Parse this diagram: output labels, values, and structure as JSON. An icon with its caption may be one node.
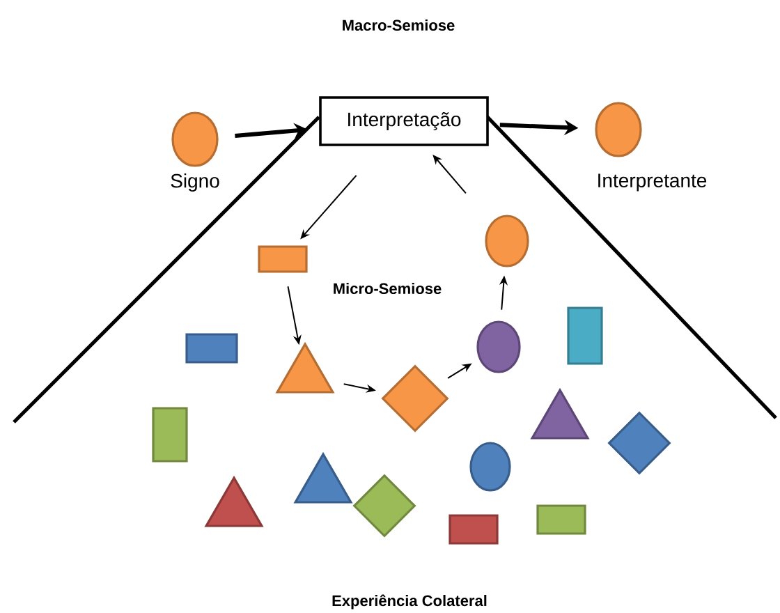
{
  "diagram": {
    "nodes": [
      {
        "text": [],
        "shape": "circle",
        "beside": [
          "Signo"
        ]
      },
      {
        "text": [
          "Interpretação"
        ]
      },
      {
        "text": [],
        "shape": "circle",
        "beside": [
          "Interpretante"
        ]
      },
      {
        "text": [],
        "shape": "box"
      },
      {
        "text": [],
        "shape": "triangle"
      },
      {
        "text": [],
        "shape": "diamond"
      },
      {
        "text": [],
        "shape": "circle"
      },
      {
        "text": [],
        "shape": "circle"
      }
    ],
    "edges": [
      {
        "from": 0,
        "to": 1,
        "arrow": "to",
        "style": "thick"
      },
      {
        "from": 1,
        "to": 2,
        "arrow": "to",
        "style": "thick"
      },
      {
        "from": 1,
        "to": 3,
        "arrow": "to"
      },
      {
        "from": 3,
        "to": 4,
        "arrow": "to"
      },
      {
        "from": 4,
        "to": 5,
        "arrow": "to"
      },
      {
        "from": 5,
        "to": 7,
        "arrow": "to"
      },
      {
        "from": 7,
        "to": 6,
        "arrow": "to"
      },
      {
        "from": 6,
        "to": 1,
        "arrow": "to"
      }
    ],
    "labels": [
      "Macro-Semiose",
      "Micro-Semiose",
      "Experiência Colateral"
    ]
  }
}
